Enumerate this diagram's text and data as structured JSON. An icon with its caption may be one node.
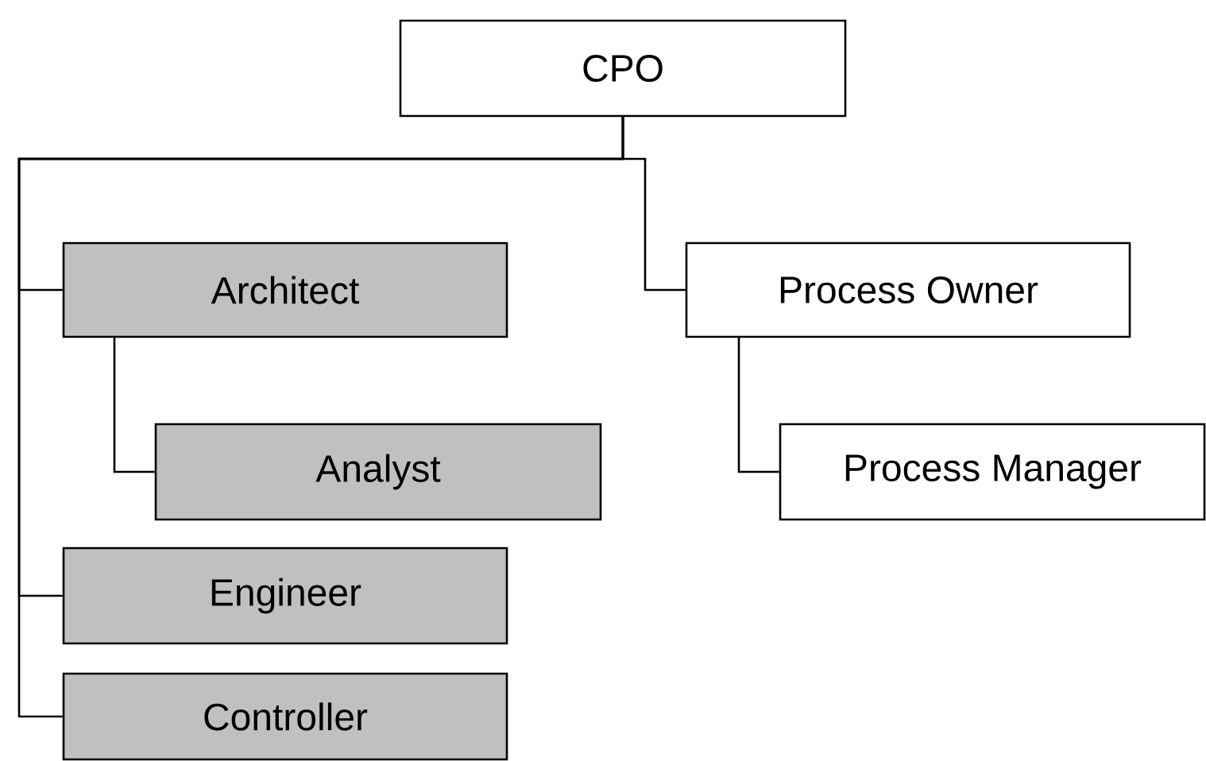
{
  "diagram": {
    "nodes": [
      {
        "text": [
          "CPO"
        ]
      },
      {
        "text": [
          "Architect"
        ]
      },
      {
        "text": [
          "Analyst"
        ]
      },
      {
        "text": [
          "Engineer"
        ]
      },
      {
        "text": [
          "Controller"
        ]
      },
      {
        "text": [
          "Process Owner"
        ]
      },
      {
        "text": [
          "Process Manager"
        ]
      }
    ],
    "edges": [
      {
        "from": 0,
        "to": 1,
        "arrow": "none"
      },
      {
        "from": 1,
        "to": 2,
        "arrow": "none"
      },
      {
        "from": 0,
        "to": 3,
        "arrow": "none"
      },
      {
        "from": 0,
        "to": 4,
        "arrow": "none"
      },
      {
        "from": 0,
        "to": 5,
        "arrow": "none"
      },
      {
        "from": 5,
        "to": 6,
        "arrow": "none"
      }
    ]
  }
}
